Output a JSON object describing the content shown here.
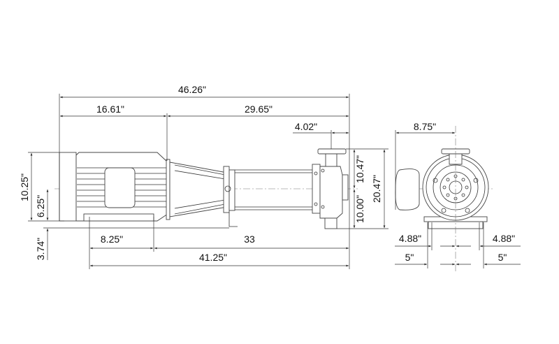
{
  "drawing": {
    "side_view": {
      "overall_length": "46.26\"",
      "motor_length": "16.61\"",
      "pump_length": "29.65\"",
      "discharge_offset": "4.02\"",
      "motor_height": "10.25\"",
      "motor_centerline_height": "6.25\"",
      "base_offset": "3.74\"",
      "foot_spacing": "8.25\"",
      "foot_to_end": "33",
      "base_length": "41.25\"",
      "discharge_height": "10.47\"",
      "suction_depth": "10.00\"",
      "total_height": "20.47\""
    },
    "end_view": {
      "terminal_box_offset": "8.75\"",
      "left_foot_inner": "4.88\"",
      "right_foot_inner": "4.88\"",
      "left_foot_outer": "5\"",
      "right_foot_outer": "5\""
    }
  }
}
